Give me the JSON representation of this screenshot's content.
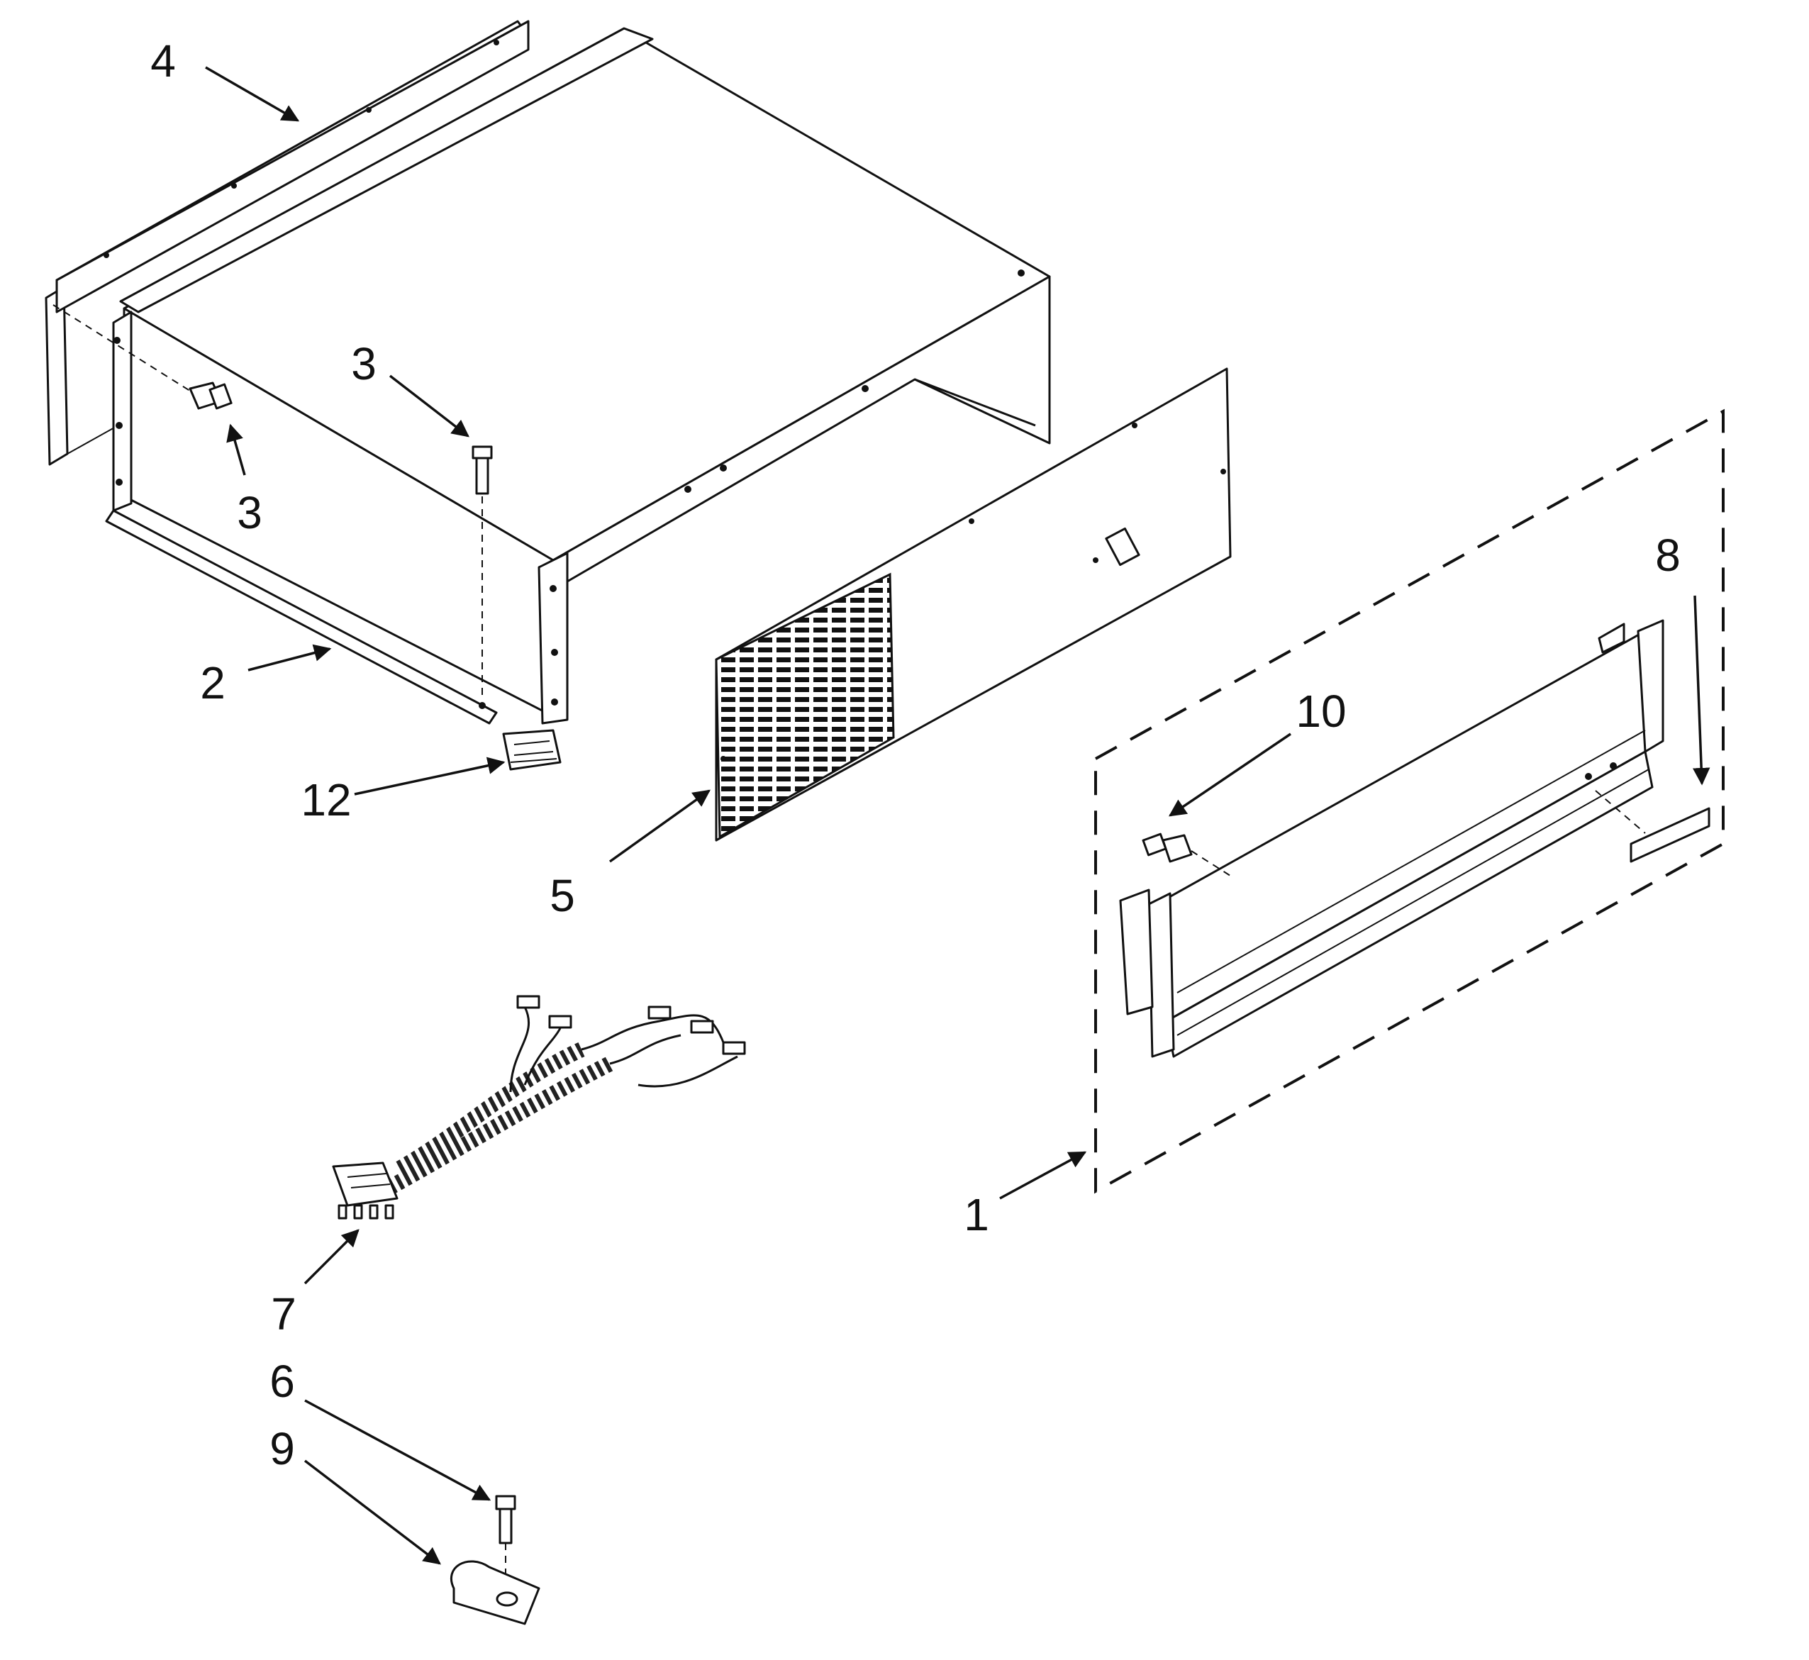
{
  "callouts": {
    "c1": "1",
    "c2": "2",
    "c3a": "3",
    "c3b": "3",
    "c4": "4",
    "c5": "5",
    "c6": "6",
    "c7": "7",
    "c8": "8",
    "c9": "9",
    "c10": "10",
    "c12": "12"
  },
  "colors": {
    "ink": "#111111",
    "background": "#ffffff"
  }
}
